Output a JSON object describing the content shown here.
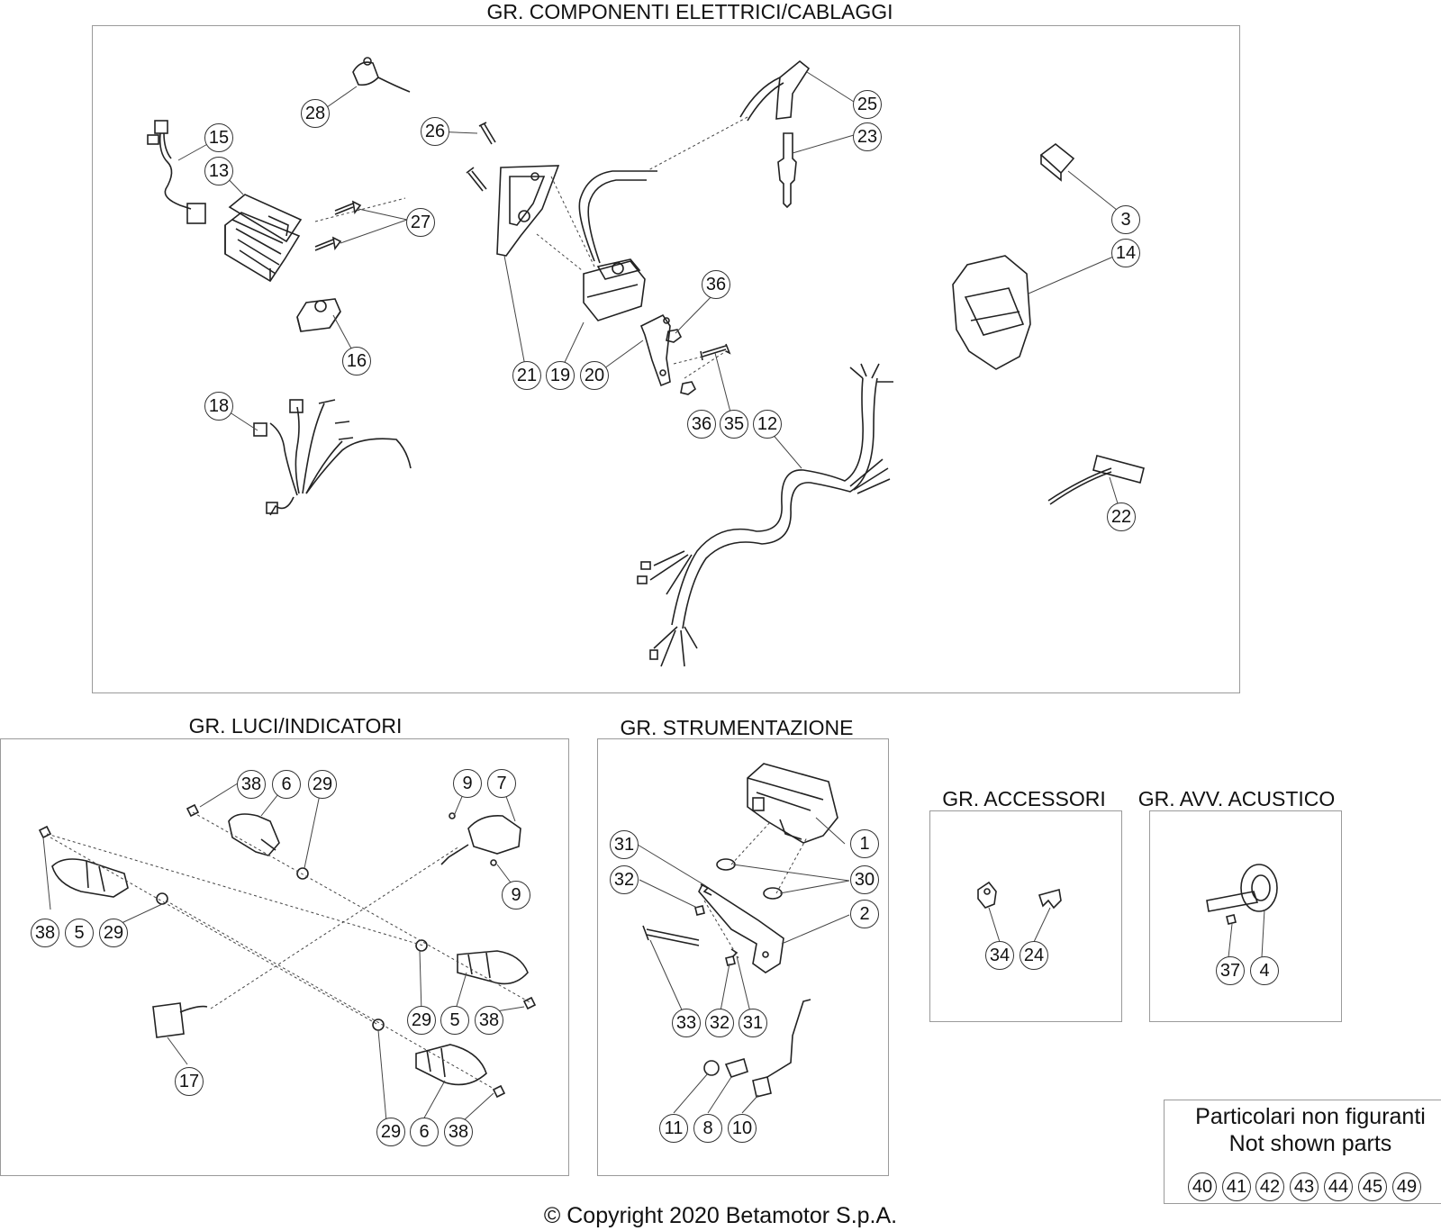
{
  "groups": {
    "electrical": {
      "title": "GR. COMPONENTI ELETTRICI/CABLAGGI"
    },
    "lights": {
      "title": "GR. LUCI/INDICATORI"
    },
    "instruments": {
      "title": "GR. STRUMENTAZIONE"
    },
    "accessories": {
      "title": "GR. ACCESSORI"
    },
    "horn": {
      "title": "GR. AVV. ACUSTICO"
    }
  },
  "callouts": {
    "electrical": [
      "28",
      "15",
      "13",
      "26",
      "27",
      "16",
      "18",
      "21",
      "19",
      "20",
      "36",
      "36",
      "35",
      "12",
      "25",
      "23",
      "3",
      "14",
      "22"
    ],
    "lights": [
      "38",
      "6",
      "29",
      "9",
      "7",
      "9",
      "38",
      "5",
      "29",
      "29",
      "5",
      "38",
      "17",
      "29",
      "6",
      "38"
    ],
    "instruments": [
      "31",
      "32",
      "1",
      "30",
      "2",
      "33",
      "32",
      "31",
      "11",
      "8",
      "10"
    ],
    "accessories": [
      "34",
      "24"
    ],
    "horn": [
      "37",
      "4"
    ]
  },
  "not_shown": {
    "line1": "Particolari non figuranti",
    "line2": "Not shown parts",
    "items": [
      "40",
      "41",
      "42",
      "43",
      "44",
      "45",
      "49"
    ]
  },
  "copyright": "© Copyright 2020 Betamotor S.p.A."
}
